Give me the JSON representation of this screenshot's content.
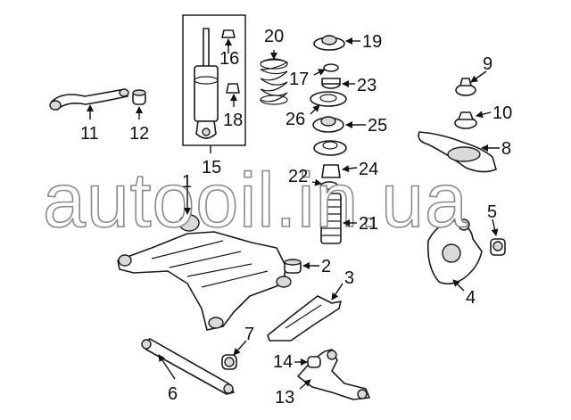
{
  "watermark": "autooil.in.ua",
  "callouts": {
    "n1": "1",
    "n2": "2",
    "n3": "3",
    "n4": "4",
    "n5": "5",
    "n6": "6",
    "n7": "7",
    "n8": "8",
    "n9": "9",
    "n10": "10",
    "n11": "11",
    "n12": "12",
    "n13": "13",
    "n14": "14",
    "n15": "15",
    "n16": "16",
    "n17": "17",
    "n18": "18",
    "n19": "19",
    "n20": "20",
    "n21": "21",
    "n22": "22",
    "n23": "23",
    "n24": "24",
    "n25": "25",
    "n26": "26"
  }
}
